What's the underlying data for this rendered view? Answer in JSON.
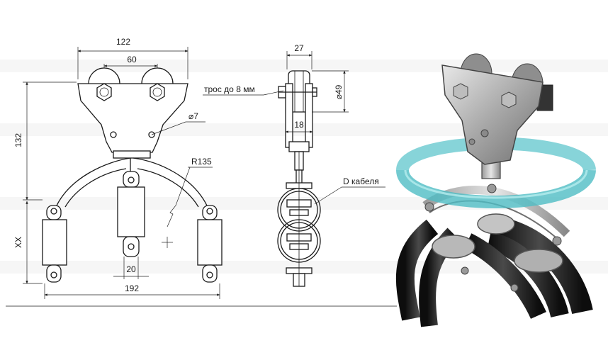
{
  "front_view": {
    "dim_width_top": "122",
    "dim_roller_spacing": "60",
    "dim_height": "132",
    "dim_hole": "⌀7",
    "dim_radius": "R135",
    "dim_clamp_width": "20",
    "dim_bottom_width": "192",
    "dim_xx": "XX"
  },
  "side_view": {
    "dim_width": "27",
    "dim_wheel_diameter": "⌀49",
    "dim_gap": "18",
    "label_rope": "трос до 8 мм",
    "label_cable": "D кабеля"
  }
}
